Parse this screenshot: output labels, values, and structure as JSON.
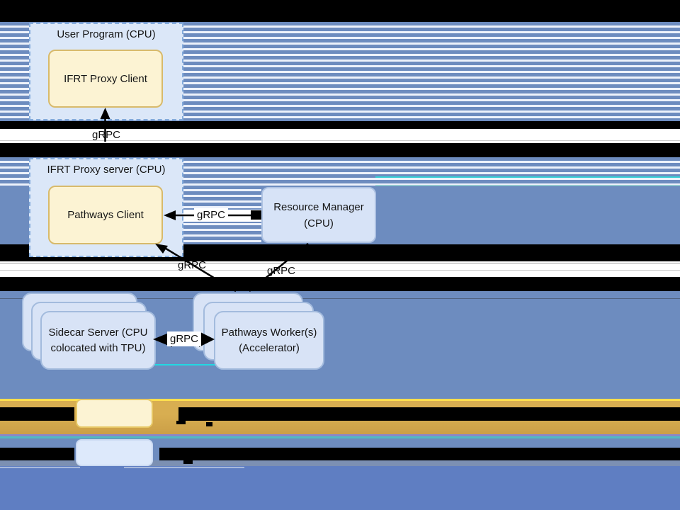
{
  "diagram": {
    "user_program": {
      "title": "User Program (CPU)"
    },
    "ifrt_proxy_client": {
      "label": "IFRT Proxy Client"
    },
    "ifrt_proxy_server": {
      "title": "IFRT Proxy server (CPU)"
    },
    "pathways_client": {
      "label": "Pathways Client"
    },
    "resource_manager": {
      "line1": "Resource Manager",
      "line2": "(CPU)"
    },
    "sidecar_server": {
      "line1": "Sidecar Server (CPU",
      "line2": "colocated with TPU)"
    },
    "pathways_workers": {
      "line1": "Pathways Worker(s)",
      "line2": "(Accelerator)"
    }
  },
  "labels": {
    "grpc": "gRPC"
  },
  "colors": {
    "stripe_blue": "#6d8cbf",
    "stripe_white": "#edf2fb",
    "dashed_box_fill": "#dbe7f8",
    "dashed_box_border": "#84abdb",
    "yellow_fill": "#fcf3d3",
    "yellow_border": "#d8ba6b",
    "stack_fill": "#d8e3f6",
    "stack_border": "#a3bbdd",
    "gold_band": "#d8ae51",
    "gold_accent": "#ffdf4e",
    "bottom_blue": "#5f7ec2",
    "cyan_glitch": "#2fdcd8",
    "redaction": "#000000"
  }
}
